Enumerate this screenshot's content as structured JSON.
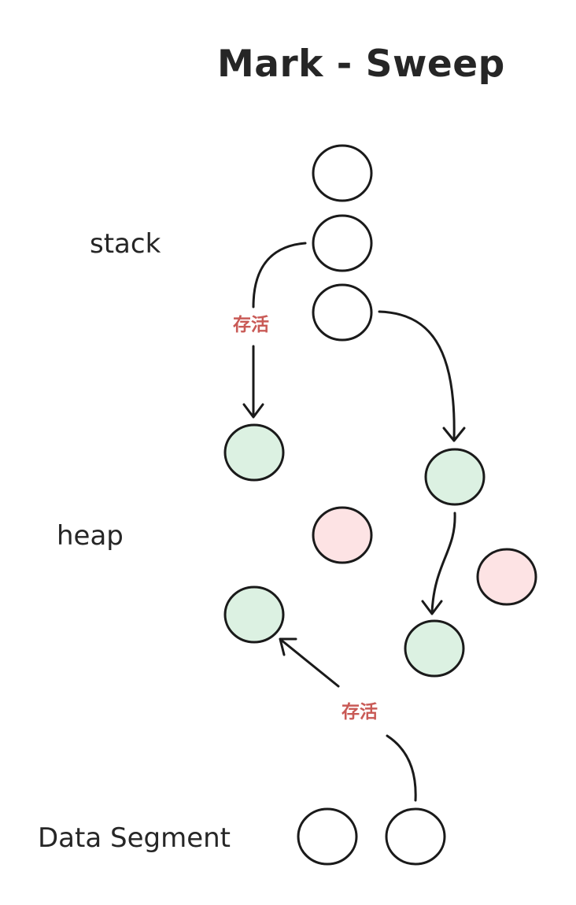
{
  "title": "Mark - Sweep",
  "regions": {
    "stack": "stack",
    "heap": "heap",
    "data_segment": "Data Segment"
  },
  "edge_labels": {
    "stack_to_heap": "存活",
    "data_to_heap": "存活"
  },
  "colors": {
    "live_fill": "#dcf1e2",
    "dead_fill": "#fde3e4",
    "plain_fill": "#ffffff",
    "stroke": "#1a1a1a",
    "edge_label": "#c95a56",
    "text": "#262626"
  }
}
